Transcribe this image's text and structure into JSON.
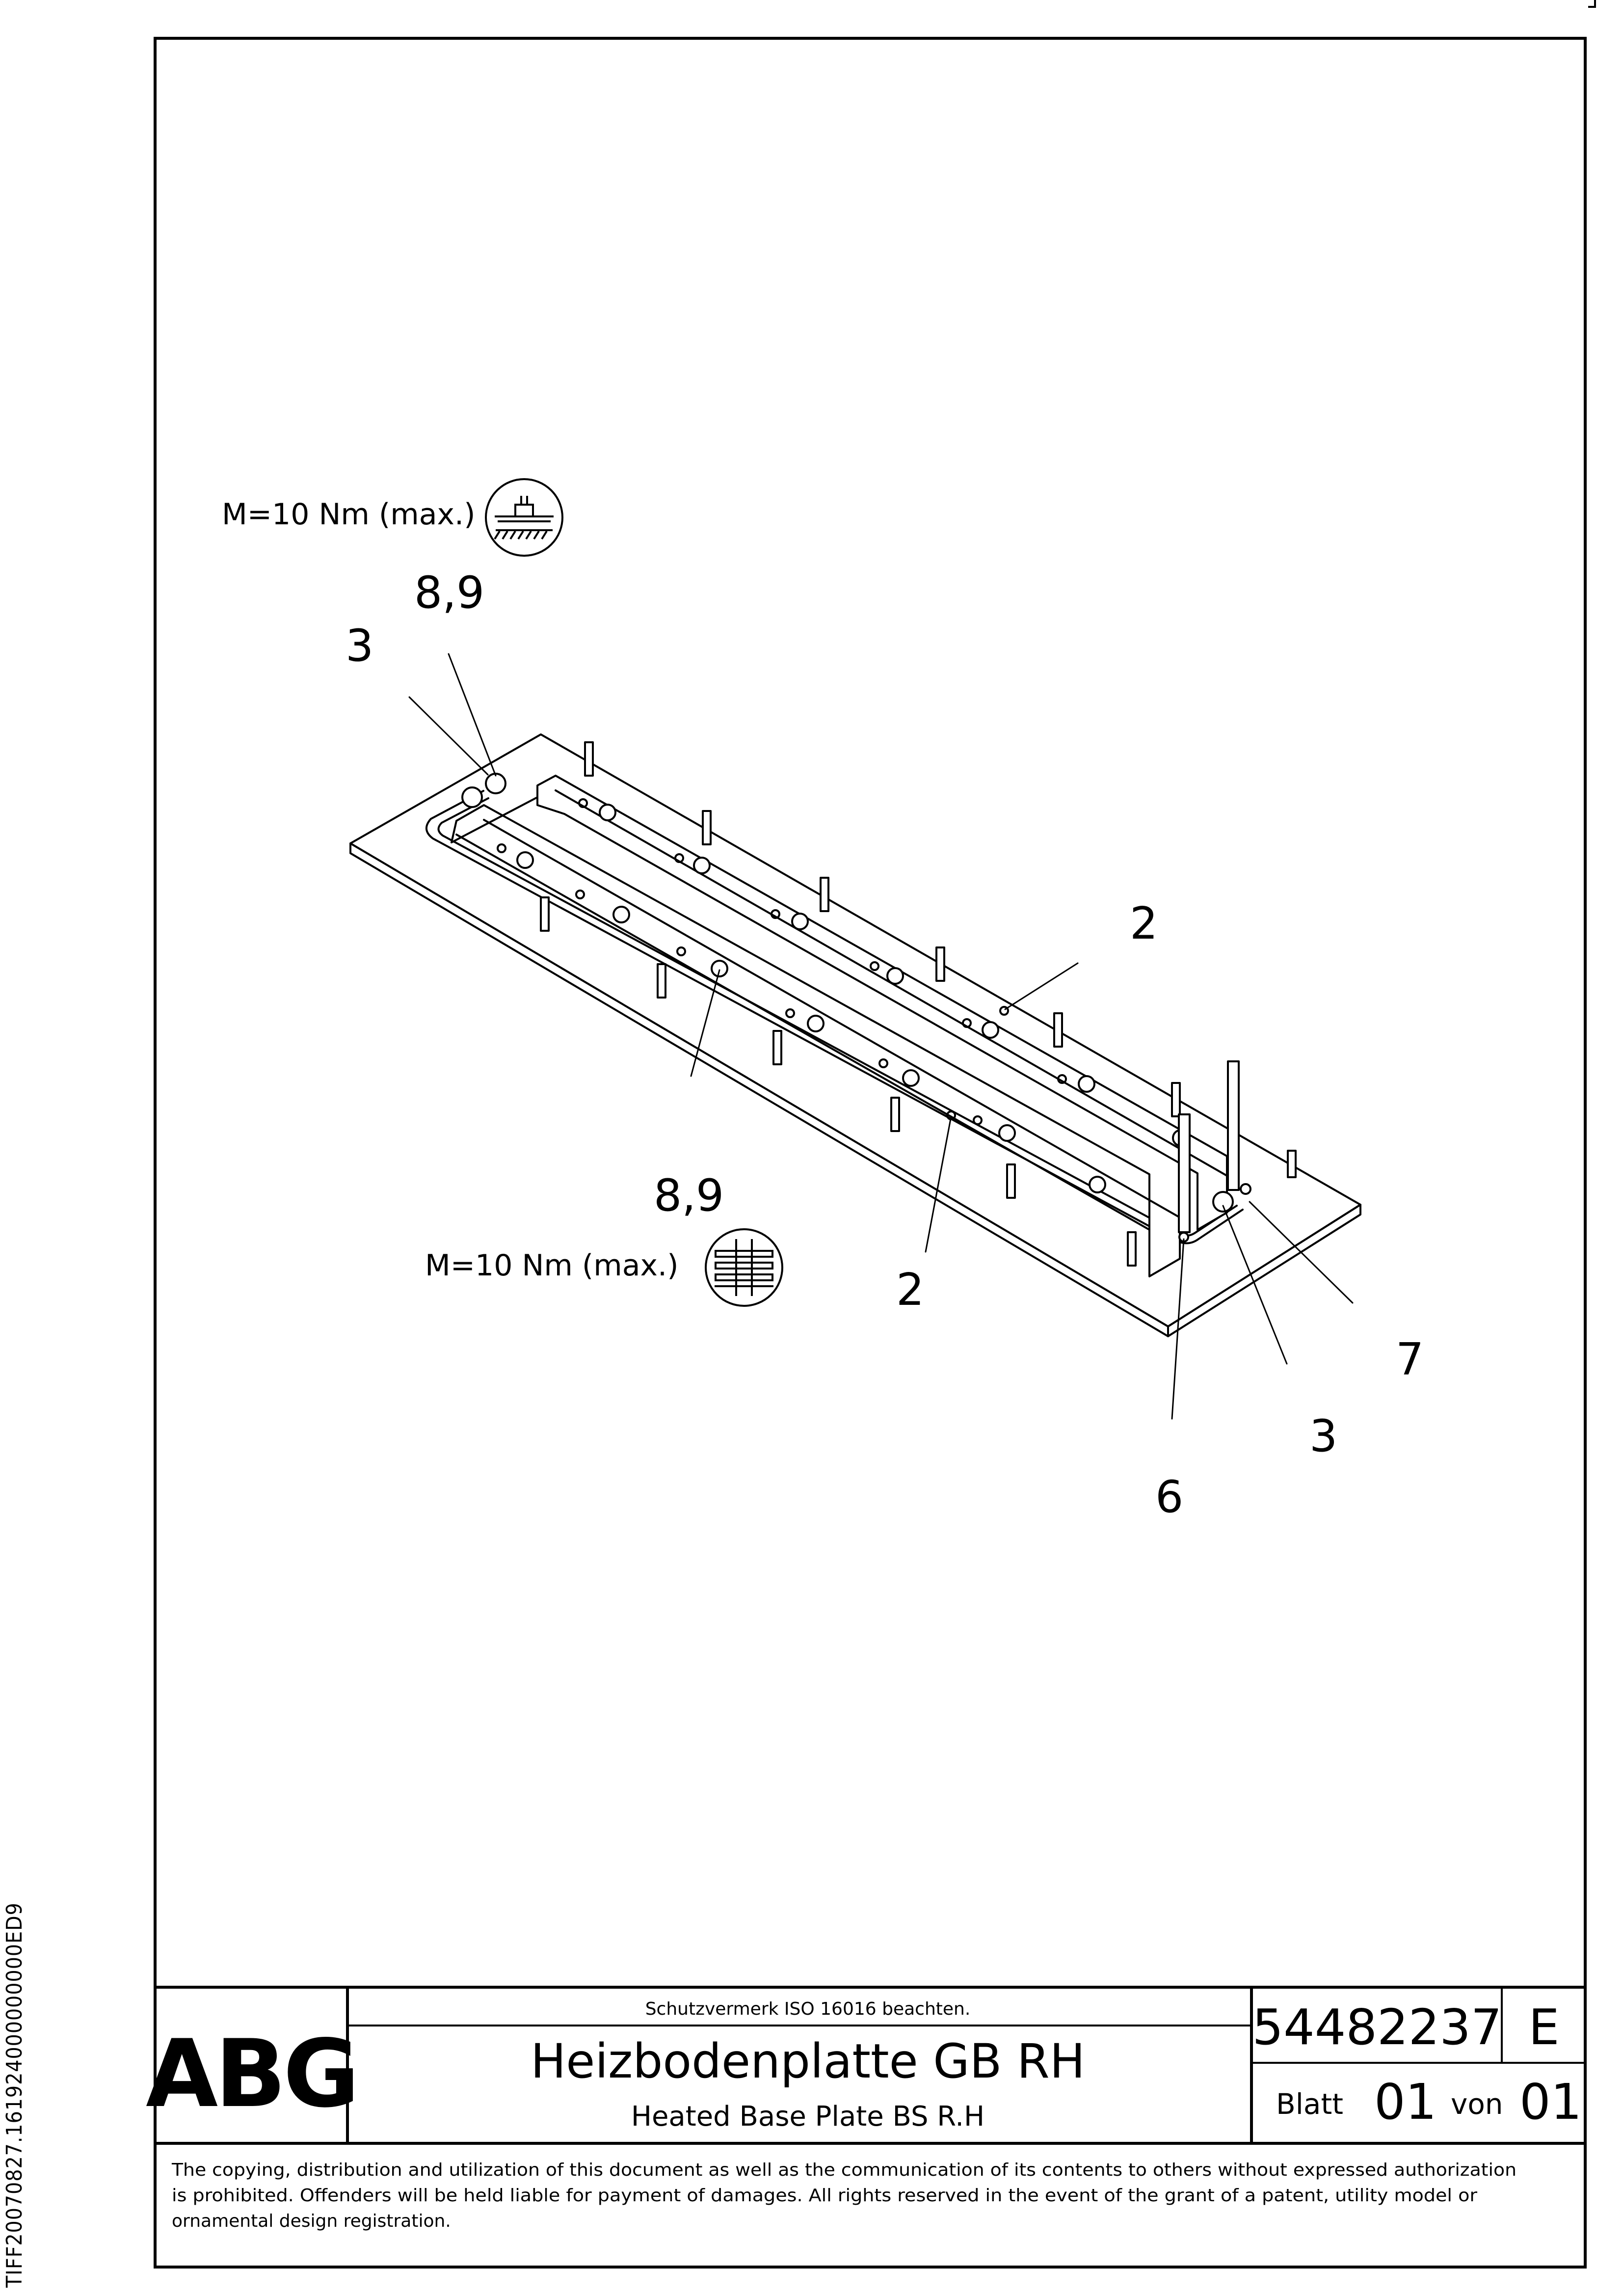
{
  "drawing": {
    "callouts": {
      "torque_top": "M=10 Nm (max.)",
      "torque_bottom": "M=10 Nm (max.)",
      "label_89_top": "8,9",
      "label_3_top": "3",
      "label_2_right": "2",
      "label_89_mid": "8,9",
      "label_2_bottom": "2",
      "label_7": "7",
      "label_3_bottom": "3",
      "label_6": "6"
    }
  },
  "title_block": {
    "logo": "ABG",
    "protection_note": "Schutzvermerk ISO 16016 beachten.",
    "title_de": "Heizbodenplatte GB RH",
    "title_en": "Heated Base Plate BS R.H",
    "part_number": "54482237",
    "revision": "E",
    "sheet_label": "Blatt",
    "sheet_number": "01",
    "of_label": "von",
    "sheet_total": "01"
  },
  "copyright": {
    "line1": "The copying, distribution and utilization of this document as well as the communication of its contents to others without expressed authorization",
    "line2": "is prohibited. Offenders will be held liable for payment of damages. All rights reserved in the event of the grant of a patent, utility model or",
    "line3": "ornamental design registration."
  },
  "side_code": "TIFF20070827.161924000000000ED9"
}
